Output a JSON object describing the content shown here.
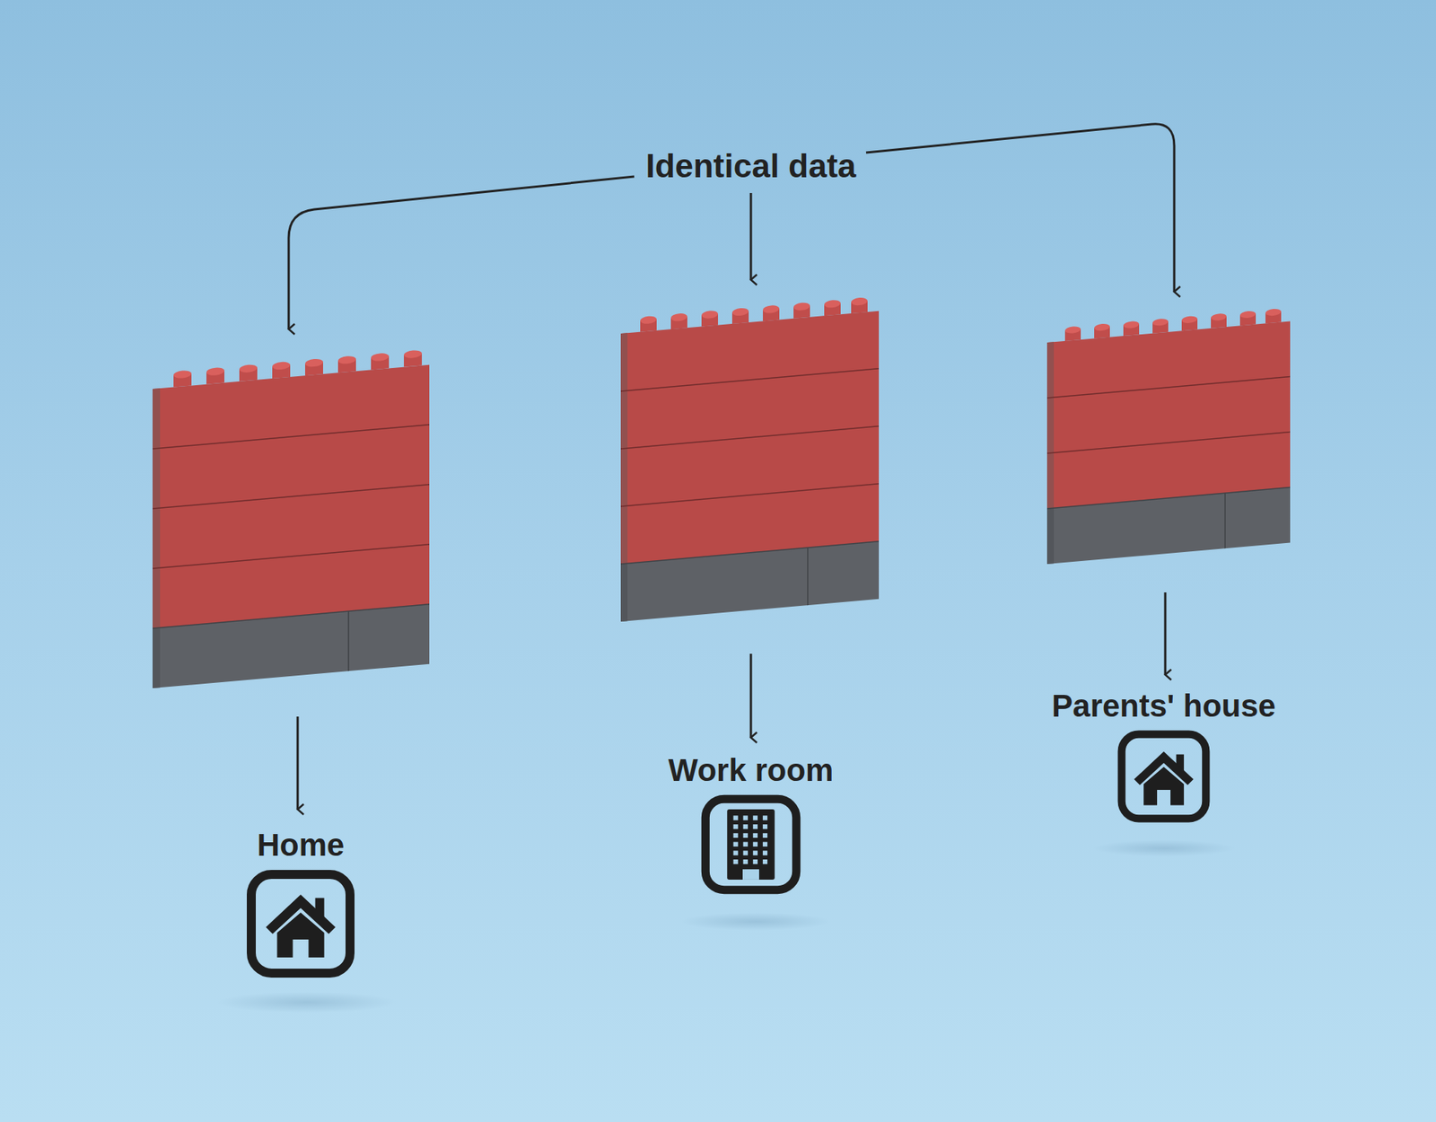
{
  "diagram": {
    "nodes": [
      {
        "text": [
          "Home"
        ]
      },
      {
        "text": [
          "Work room"
        ]
      },
      {
        "text": [
          "Parents' house"
        ]
      }
    ],
    "labels": [
      "Identical data"
    ]
  }
}
